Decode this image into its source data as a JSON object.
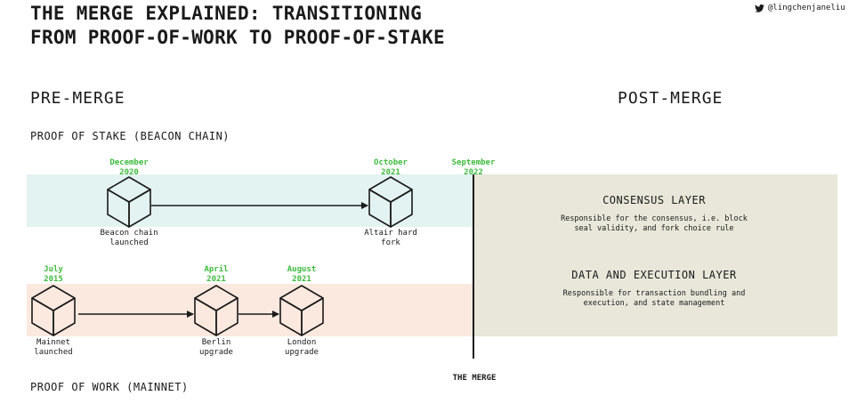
{
  "header": {
    "title_line1": "THE MERGE EXPLAINED: TRANSITIONING",
    "title_line2": "FROM PROOF-OF-WORK TO PROOF-OF-STAKE",
    "handle": "@lingchenjaneliu",
    "handle_icon": "twitter-bird-icon"
  },
  "sections": {
    "pre_merge": "PRE-MERGE",
    "post_merge": "POST-MERGE"
  },
  "tracks": {
    "pos_label": "PROOF OF STAKE (BEACON CHAIN)",
    "pow_label": "PROOF OF WORK (MAINNET)"
  },
  "pos_nodes": [
    {
      "date": "December\n2020",
      "label": "Beacon chain\nlaunched"
    },
    {
      "date": "October\n2021",
      "label": "Altair hard\nfork"
    }
  ],
  "pow_nodes": [
    {
      "date": "July\n2015",
      "label": "Mainnet\nlaunched"
    },
    {
      "date": "April\n2021",
      "label": "Berlin\nupgrade"
    },
    {
      "date": "August\n2021",
      "label": "London\nupgrade"
    }
  ],
  "merge": {
    "date": "September\n2022",
    "label": "THE MERGE"
  },
  "post_merge": {
    "consensus_title": "CONSENSUS LAYER",
    "consensus_desc": "Responsible for the consensus, i.e. block\nseal validity, and fork choice rule",
    "execution_title": "DATA AND EXECUTION LAYER",
    "execution_desc": "Responsible for transaction bundling and\nexecution, and state management"
  },
  "colors": {
    "pos_band": "#e3f3f2",
    "pow_band": "#fbe9df",
    "post_band": "#e8e7d9",
    "date_green": "#3dbb3d",
    "twitter_blue": "#1d9bf0"
  }
}
